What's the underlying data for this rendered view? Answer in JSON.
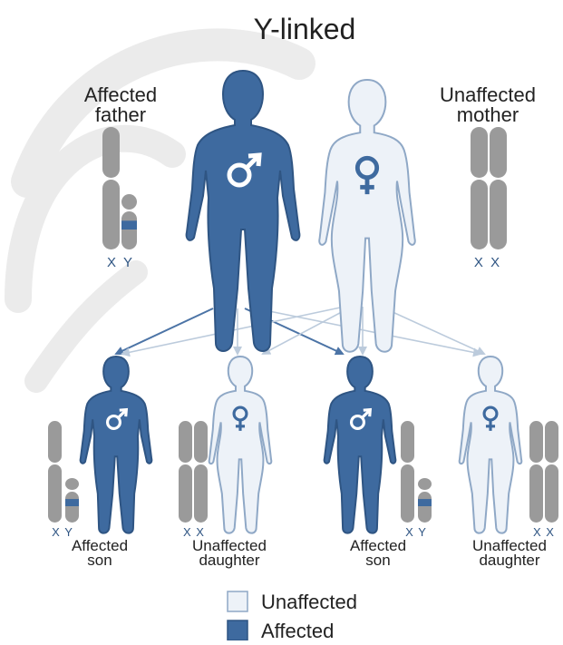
{
  "title": "Y-linked",
  "colors": {
    "affected": "#3e6a9f",
    "affected_stroke": "#2f5583",
    "unaffected": "#edf2f8",
    "unaffected_stroke": "#8fa8c6",
    "chromosome": "#9a9a9a",
    "marker": "#3e6a9f",
    "arrow_affected": "#4c74a6",
    "arrow_unaffected": "#bccbdc",
    "text": "#222222",
    "watermark": "#dcdcdc"
  },
  "parents": {
    "father": {
      "label_line1": "Affected",
      "label_line2": "father",
      "chromosome_labels": "X Y",
      "symbol": "male-symbol",
      "status": "affected"
    },
    "mother": {
      "label_line1": "Unaffected",
      "label_line2": "mother",
      "chromosome_labels": "X X",
      "symbol": "female-symbol",
      "status": "unaffected"
    }
  },
  "children": [
    {
      "label_line1": "Affected",
      "label_line2": "son",
      "chromosome_labels": "X Y",
      "symbol": "male-symbol",
      "status": "affected"
    },
    {
      "label_line1": "Unaffected",
      "label_line2": "daughter",
      "chromosome_labels": "X X",
      "symbol": "female-symbol",
      "status": "unaffected"
    },
    {
      "label_line1": "Affected",
      "label_line2": "son",
      "chromosome_labels": "X Y",
      "symbol": "male-symbol",
      "status": "affected"
    },
    {
      "label_line1": "Unaffected",
      "label_line2": "daughter",
      "chromosome_labels": "X X",
      "symbol": "female-symbol",
      "status": "unaffected"
    }
  ],
  "legend": [
    {
      "label": "Unaffected",
      "status": "unaffected"
    },
    {
      "label": "Affected",
      "status": "affected"
    }
  ]
}
